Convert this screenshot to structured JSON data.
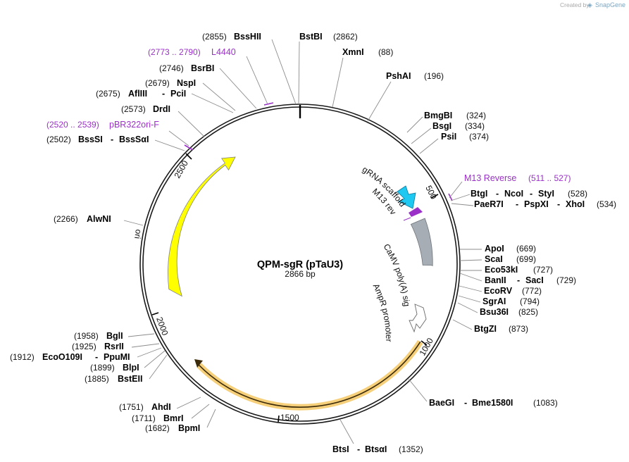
{
  "credit": {
    "prefix": "Created by",
    "brand": "SnapGene"
  },
  "plasmid": {
    "name": "QPM-sgR (pTaU3)",
    "size": "2866 bp"
  },
  "ticks": {
    "t500": "500",
    "t1000": "1000",
    "t1500": "1500",
    "t2000": "2000",
    "t2500": "2500"
  },
  "features": {
    "ori": "ori",
    "grna": "gRNA scaffold",
    "m13rev": "M13 rev",
    "polya": "CaMV poly(A) signal",
    "ampr": "AmpR promoter"
  },
  "colors": {
    "ori": "#ffff00",
    "grna": "#1ec8f0",
    "m13": "#9b30c8",
    "polya": "#a6adb4",
    "ampr_fill": "#ffffff",
    "cds": "#f5cf7a"
  },
  "labels": {
    "bsshii": {
      "pos": "(2855)",
      "name": "BssHII"
    },
    "bstbi": {
      "name": "BstBI",
      "pos": "(2862)"
    },
    "xmni": {
      "name": "XmnI",
      "pos": "(88)"
    },
    "pshai": {
      "name": "PshAI",
      "pos": "(196)"
    },
    "bmgbi": {
      "name": "BmgBI",
      "pos": "(324)"
    },
    "bsgi": {
      "name": "BsgI",
      "pos": "(334)"
    },
    "psii": {
      "name": "PsiI",
      "pos": "(374)"
    },
    "m13reverse": {
      "name": "M13 Reverse",
      "pos": "(511 .. 527)"
    },
    "btgi": {
      "name1": "BtgI",
      "name2": "NcoI",
      "name3": "StyI",
      "pos": "(528)"
    },
    "paer7i": {
      "name1": "PaeR7I",
      "name2": "PspXI",
      "name3": "XhoI",
      "pos": "(534)"
    },
    "apoi": {
      "name": "ApoI",
      "pos": "(669)"
    },
    "scai": {
      "name": "ScaI",
      "pos": "(699)"
    },
    "eco53ki": {
      "name": "Eco53kI",
      "pos": "(727)"
    },
    "banii": {
      "name1": "BanII",
      "name2": "SacI",
      "pos": "(729)"
    },
    "ecorv": {
      "name": "EcoRV",
      "pos": "(772)"
    },
    "sgrai": {
      "name": "SgrAI",
      "pos": "(794)"
    },
    "bsu36i": {
      "name": "Bsu36I",
      "pos": "(825)"
    },
    "btgzi": {
      "name": "BtgZI",
      "pos": "(873)"
    },
    "baegi": {
      "name1": "BaeGI",
      "name2": "Bme1580I",
      "pos": "(1083)"
    },
    "btsi": {
      "name1": "BtsI",
      "name2": "BtsαI",
      "pos": "(1352)"
    },
    "bpmi": {
      "pos": "(1682)",
      "name": "BpmI"
    },
    "bmri": {
      "pos": "(1711)",
      "name": "BmrI"
    },
    "ahdi": {
      "pos": "(1751)",
      "name": "AhdI"
    },
    "bsteii": {
      "pos": "(1885)",
      "name": "BstEII"
    },
    "blpi": {
      "pos": "(1899)",
      "name": "BlpI"
    },
    "eco0109i": {
      "pos": "(1912)",
      "name1": "EcoO109I",
      "name2": "PpuMI"
    },
    "rsrii": {
      "pos": "(1925)",
      "name": "RsrII"
    },
    "bgli": {
      "pos": "(1958)",
      "name": "BglI"
    },
    "alwni": {
      "pos": "(2266)",
      "name": "AlwNI"
    },
    "bsssi": {
      "pos": "(2502)",
      "name1": "BssSI",
      "name2": "BssSαI"
    },
    "pbr322": {
      "pos": "(2520 .. 2539)",
      "name": "pBR322ori-F"
    },
    "drdi": {
      "pos": "(2573)",
      "name": "DrdI"
    },
    "afliii": {
      "pos": "(2675)",
      "name1": "AflIII",
      "name2": "PciI"
    },
    "nspi": {
      "pos": "(2679)",
      "name": "NspI"
    },
    "bsrbi": {
      "pos": "(2746)",
      "name": "BsrBI"
    },
    "l4440": {
      "pos": "(2773 .. 2790)",
      "name": "L4440"
    }
  }
}
